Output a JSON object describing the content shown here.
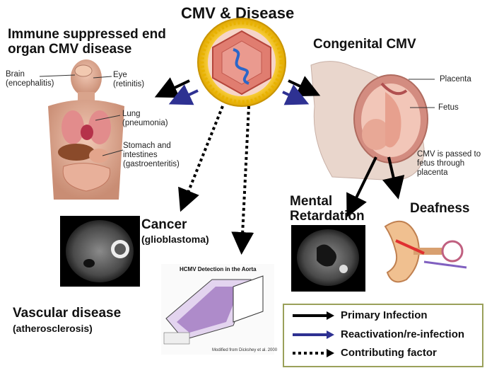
{
  "title": "CMV & Disease",
  "immune": {
    "heading": "Immune suppressed end organ CMV disease",
    "labels": {
      "brain": "Brain (encephalitis)",
      "eye": "Eye (retinitis)",
      "lung": "Lung (pneumonia)",
      "stomach": "Stomach and intestines (gastroenteritis)"
    }
  },
  "congenital": {
    "heading": "Congenital CMV",
    "placenta": "Placenta",
    "fetus": "Fetus",
    "note": "CMV is passed to fetus through placenta"
  },
  "cancer": {
    "heading": "Cancer",
    "sub": "(glioblastoma)"
  },
  "vascular": {
    "heading": "Vascular disease",
    "sub": "(atherosclerosis)"
  },
  "mental": {
    "heading": "Mental Retardation"
  },
  "deafness": {
    "heading": "Deafness"
  },
  "aorta_panel": {
    "title": "HCMV Detection in the Aorta",
    "credit": "Modified from Dickshey et al. 2000"
  },
  "legend": {
    "primary": "Primary Infection",
    "reactivation": "Reactivation/re-infection",
    "contributing": "Contributing factor"
  },
  "colors": {
    "primary": "#000000",
    "reactivation": "#2e3192",
    "virus_shell": "#f5c400",
    "virus_core": "#d35a4e"
  }
}
